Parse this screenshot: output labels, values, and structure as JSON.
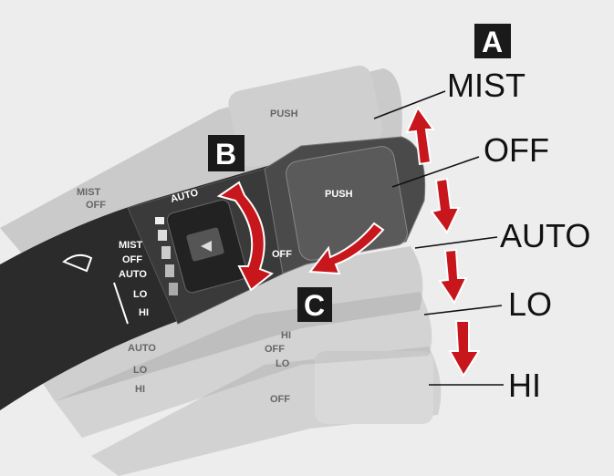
{
  "callouts": {
    "a": "A",
    "b": "B",
    "c": "C",
    "mist": "MIST",
    "off": "OFF",
    "auto": "AUTO",
    "lo": "LO",
    "hi": "HI"
  },
  "stalk_labels": {
    "mist": "MIST",
    "off": "OFF",
    "auto": "AUTO",
    "lo": "LO",
    "hi": "HI",
    "knob_auto": "AUTO",
    "push": "PUSH",
    "ring_off": "OFF"
  },
  "ghost_labels": {
    "mist": "MIST",
    "off": "OFF",
    "auto": "AUTO",
    "lo": "LO",
    "hi": "HI",
    "push": "PUSH",
    "ring_hi": "HI",
    "ring_off": "OFF",
    "ring_lo": "LO",
    "ring_off2": "OFF"
  },
  "colors": {
    "arrow": "#c8161d",
    "background": "#ededed",
    "stalk": "#2b2b2b"
  }
}
